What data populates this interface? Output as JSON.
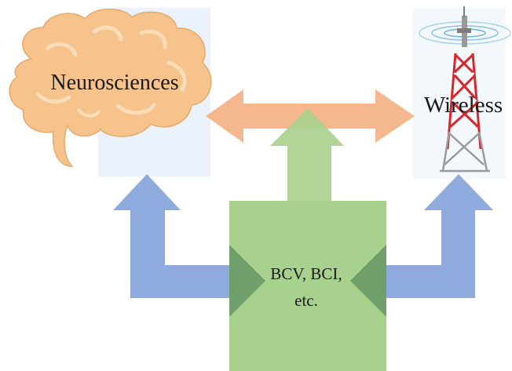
{
  "diagram": {
    "labels": {
      "neurosciences": "Neurosciences",
      "wireless": "Wireless",
      "center_line1": "BCV, BCI,",
      "center_line2": "etc."
    },
    "colors": {
      "brain_fill": "#f6c38d",
      "brain_stroke": "#e9a867",
      "brain_folds": "#f9dcb8",
      "panel_bg": "#eaf3fb",
      "orange_arrow": "#f4b183",
      "green_block": "#a9d18e",
      "green_dark": "#6f9f6a",
      "blue_arrow": "#8faadc",
      "tower_red": "#d9262b",
      "tower_gray": "#9a9a9a",
      "signal_blue": "#6bb5e0"
    }
  }
}
